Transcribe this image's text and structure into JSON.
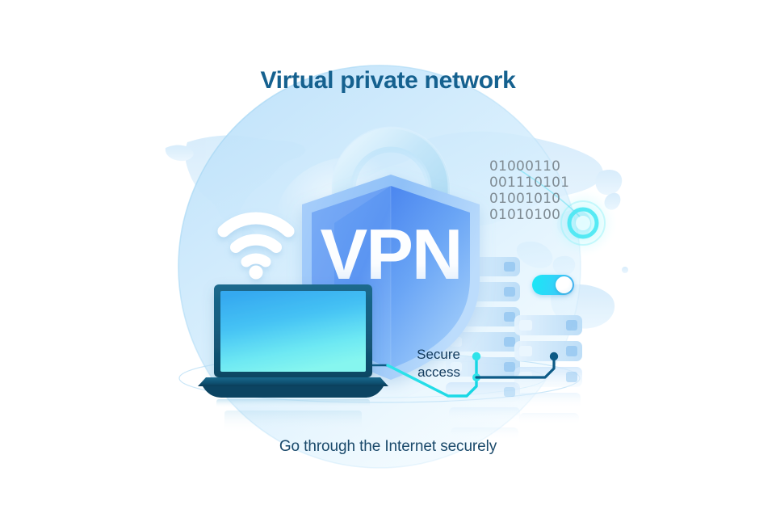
{
  "page": {
    "title": "Virtual private network",
    "caption": "Go through the Internet securely",
    "background_color": "#ffffff"
  },
  "illustration": {
    "shield": {
      "label": "VPN",
      "color_light": "#8fc4fb",
      "color_dark": "#3f7ff0"
    },
    "lock_shackle": {
      "name": "padlock-shackle",
      "color": "#cfe9fa"
    },
    "wifi_icon": {
      "name": "wifi-icon",
      "color": "#ffffff",
      "arcs": 3
    },
    "globe": {
      "name": "globe-circle",
      "color": "#cfe8fa"
    },
    "world_map": {
      "name": "world-map",
      "color": "#d9edfb"
    },
    "binary_lines": [
      "01000110",
      "001110101",
      "01001010",
      "01010100"
    ],
    "binary_color": "#7f8b93",
    "toggle": {
      "name": "vpn-toggle",
      "state": "on",
      "track_color": "#21dff6",
      "knob_color": "#ffffff"
    },
    "laptop": {
      "name": "laptop",
      "bezel_color": "#13506e",
      "screen_top_color": "#39b5f2",
      "screen_bottom_color": "#72f2ef"
    },
    "servers": [
      {
        "name": "server-stack-left",
        "units": 6
      },
      {
        "name": "server-stack-right",
        "units": 3
      }
    ],
    "server_color": "#d3e9fb",
    "connection": {
      "label_line_1": "Secure",
      "label_line_2": "access",
      "line_color_bright": "#1fe0e8",
      "line_color_dark": "#0d5a86"
    },
    "location_marker": {
      "name": "location-node-marker",
      "color": "#2ee6f0"
    }
  }
}
